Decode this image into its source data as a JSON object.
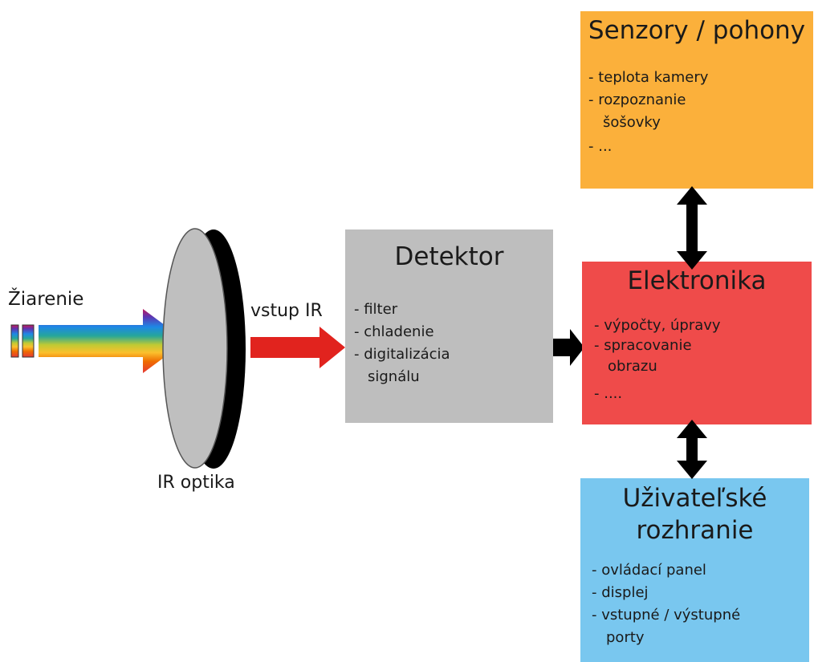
{
  "labels": {
    "radiation": "Žiarenie",
    "ir_input": "vstup IR",
    "ir_optics": "IR optika"
  },
  "boxes": {
    "detector": {
      "title": "Detektor",
      "color": "#bebebe",
      "items": [
        "- filter",
        "- chladenie",
        "- digitalizácia",
        "signálu"
      ]
    },
    "electronics": {
      "title": "Elektronika",
      "color": "#ef4b4a",
      "items": [
        "- výpočty, úpravy",
        "- spracovanie",
        "obrazu",
        "- ...."
      ]
    },
    "sensors": {
      "title": "Senzory / pohony",
      "color": "#fbb03b",
      "items": [
        "- teplota kamery",
        "- rozpoznanie",
        "šošovky",
        "- ..."
      ]
    },
    "ui": {
      "title_line1": "Uživateľské",
      "title_line2": "rozhranie",
      "color": "#79c7ef",
      "items": [
        "- ovládací panel",
        "- displej",
        "- vstupné / výstupné",
        "porty"
      ]
    }
  },
  "colors": {
    "arrow_black": "#000000",
    "ir_arrow": "#e1231e",
    "lens_face": "#bfbfbf",
    "lens_edge": "#000000"
  }
}
